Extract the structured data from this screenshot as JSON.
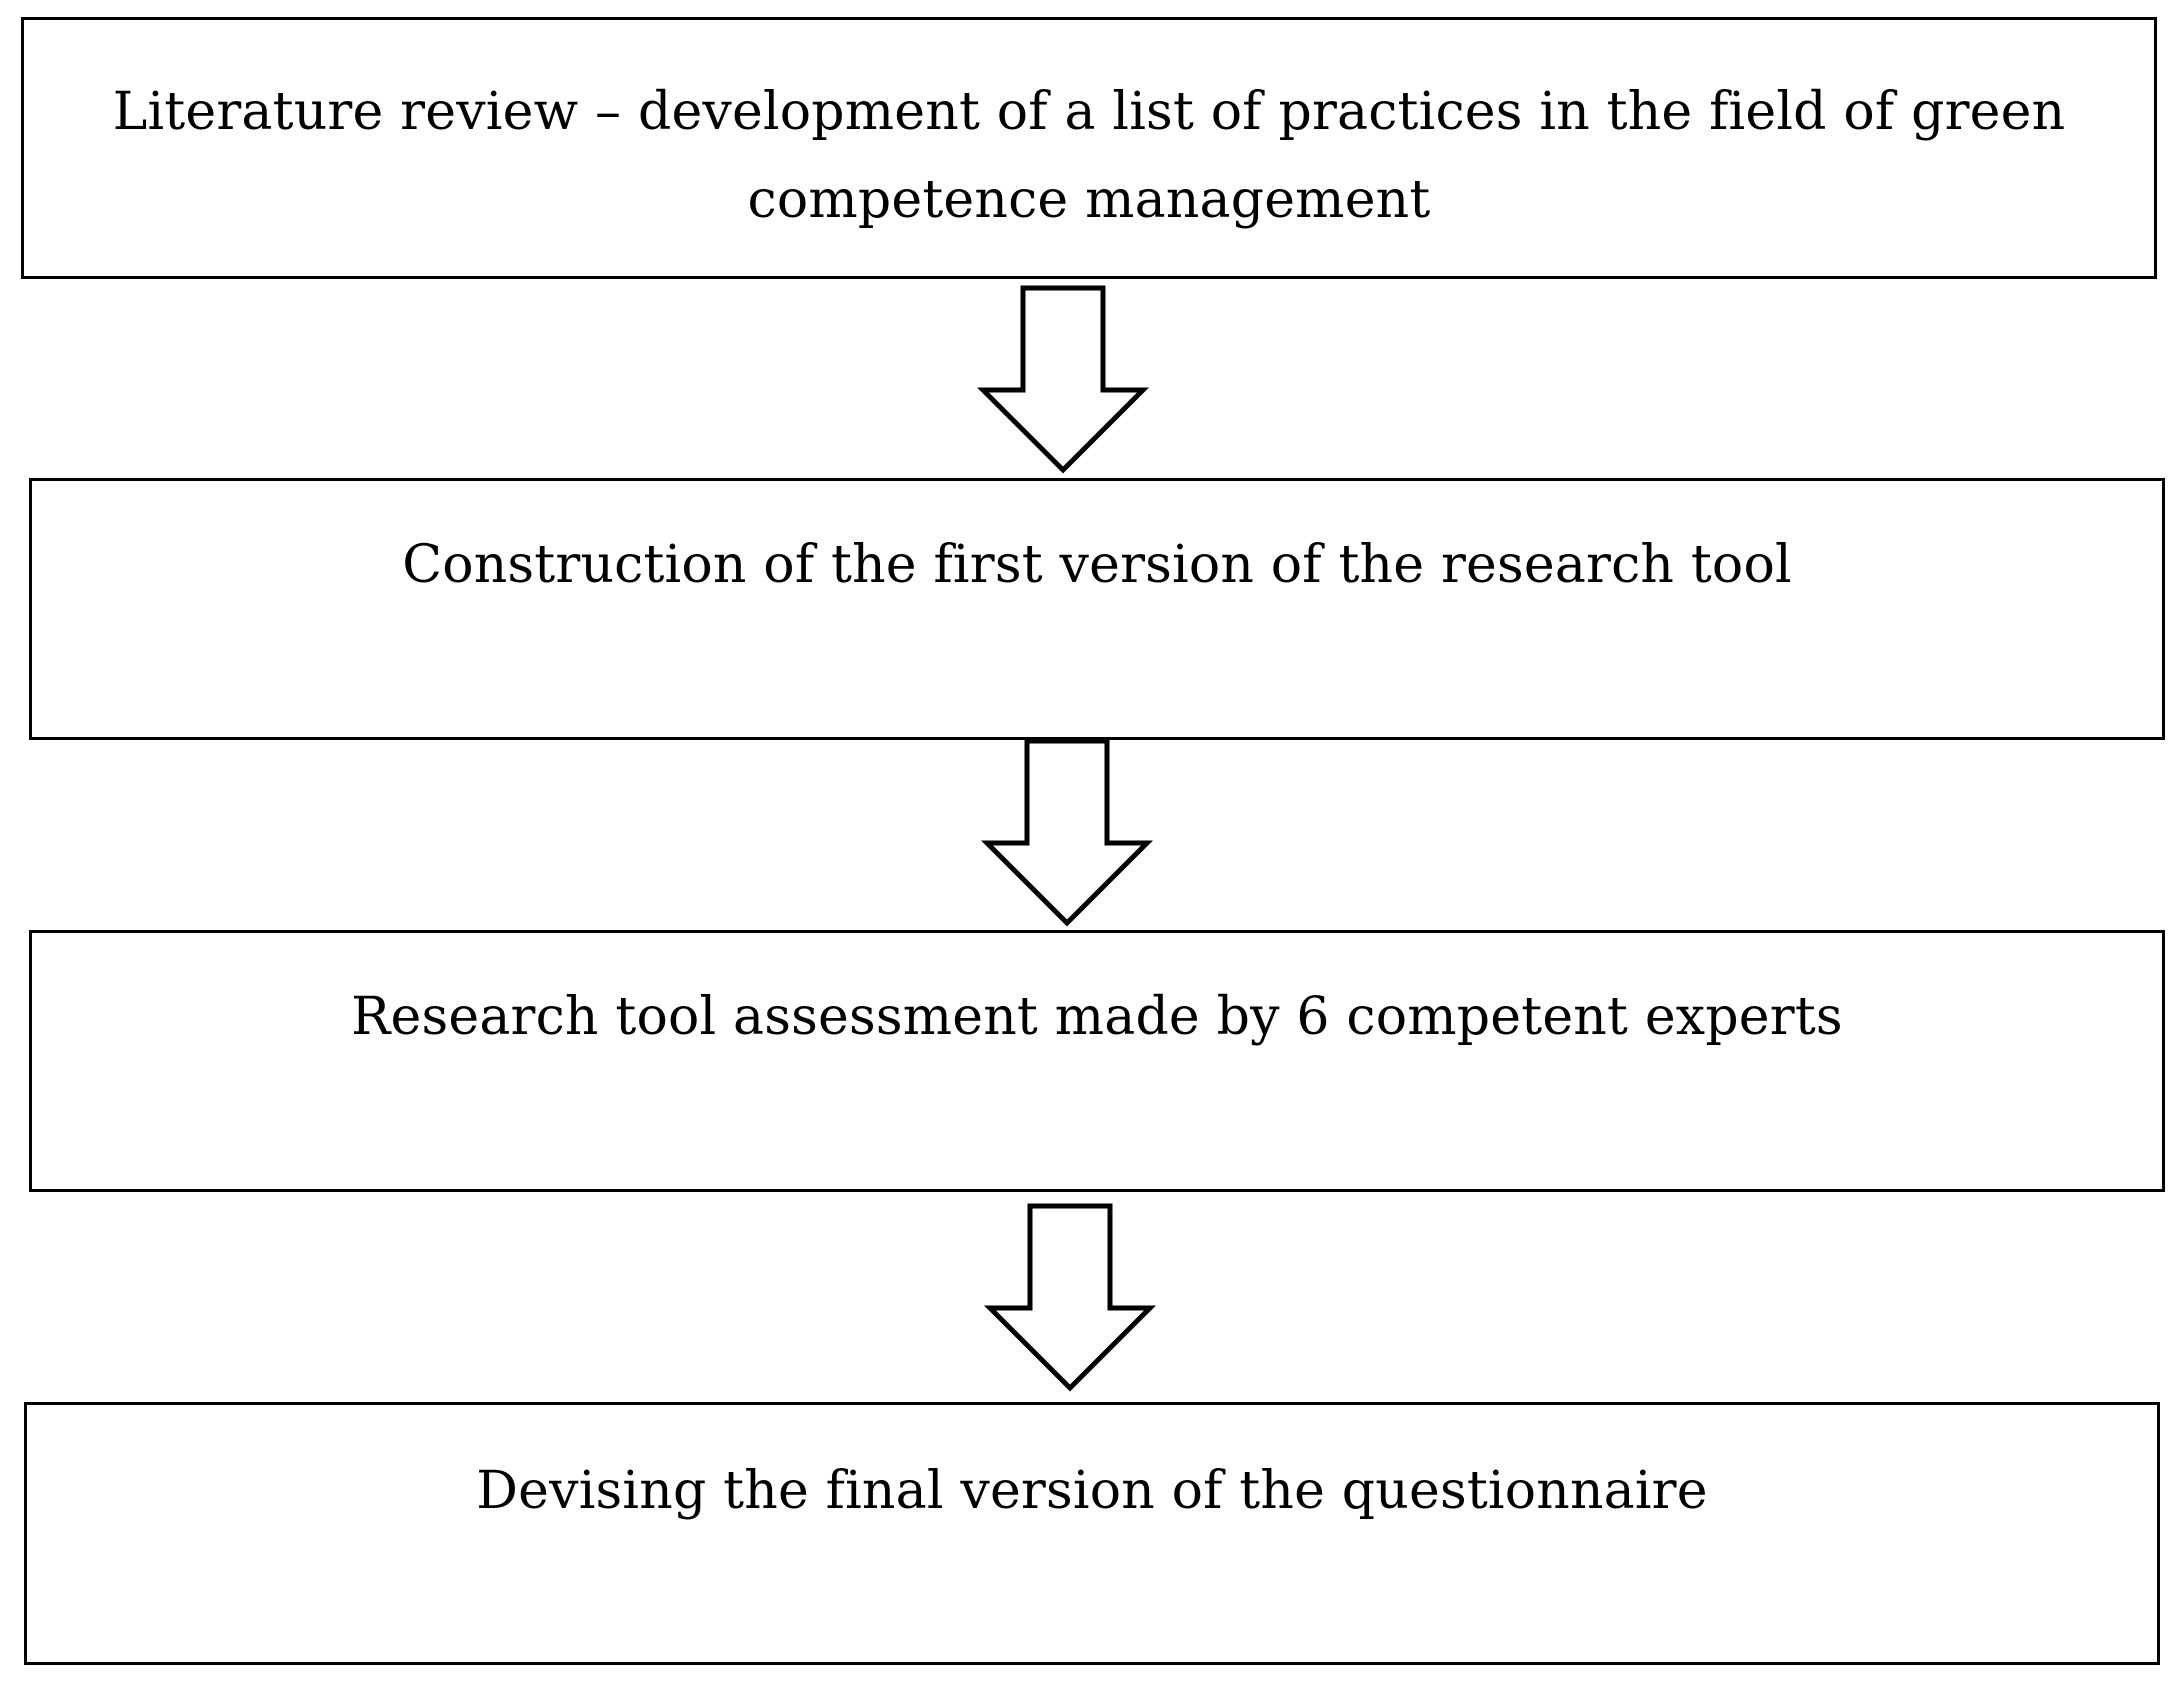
{
  "diagram": {
    "steps": [
      {
        "text": "Literature review – development of a list of practices in the field of green competence management"
      },
      {
        "text": "Construction of the first version of the research tool"
      },
      {
        "text": "Research tool assessment made by 6 competent experts"
      },
      {
        "text": "Devising the final version of the questionnaire"
      }
    ],
    "colors": {
      "stroke": "#000000",
      "fill": "#ffffff"
    }
  }
}
